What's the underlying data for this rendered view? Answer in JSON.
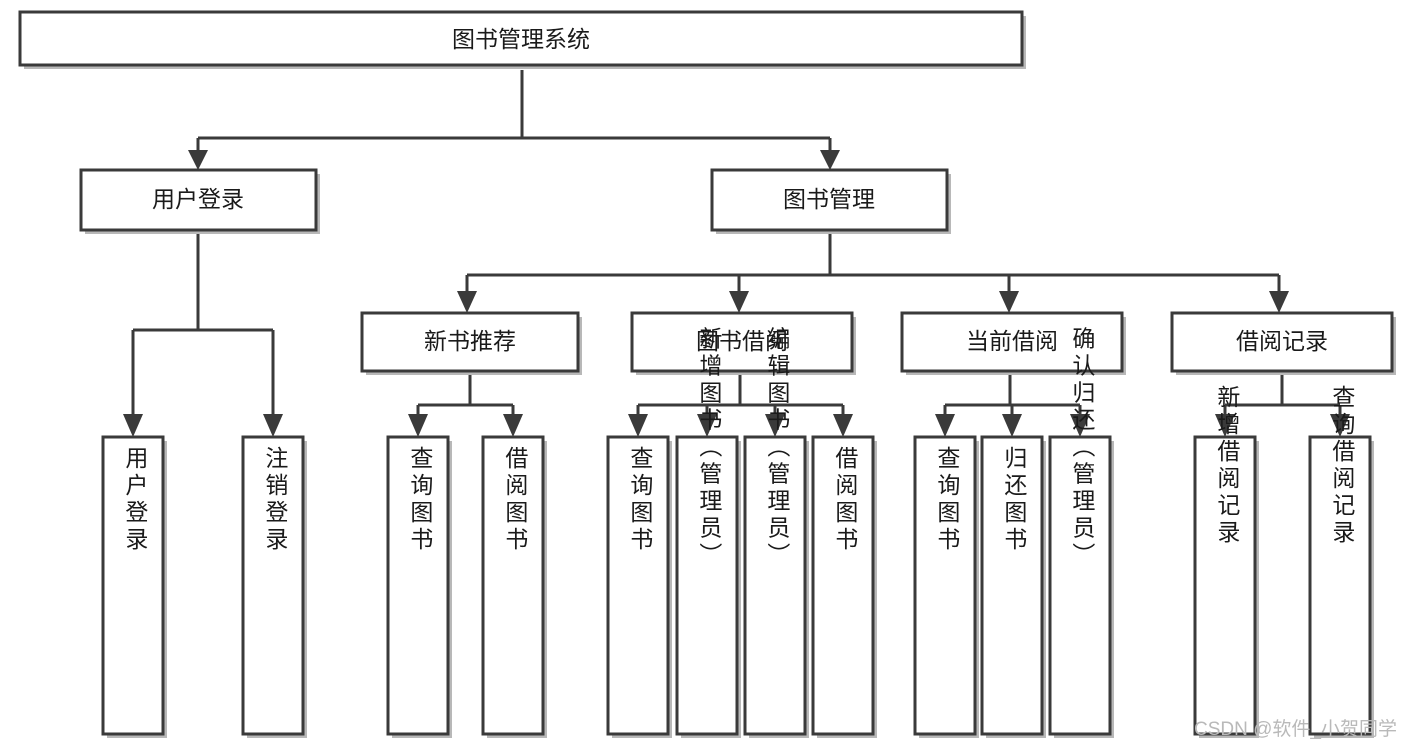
{
  "diagram": {
    "type": "tree",
    "title": "图书管理系统",
    "root": {
      "id": "root",
      "label": "图书管理系统",
      "orientation": "horizontal"
    },
    "level2": [
      {
        "id": "user-login",
        "label": "用户登录",
        "orientation": "horizontal"
      },
      {
        "id": "book-manage",
        "label": "图书管理",
        "orientation": "horizontal"
      }
    ],
    "level3": [
      {
        "id": "new-book-recommend",
        "label": "新书推荐",
        "orientation": "horizontal",
        "parent": "book-manage"
      },
      {
        "id": "book-borrow",
        "label": "图书借阅",
        "orientation": "horizontal",
        "parent": "book-manage"
      },
      {
        "id": "current-borrow",
        "label": "当前借阅",
        "orientation": "horizontal",
        "parent": "book-manage"
      },
      {
        "id": "borrow-record",
        "label": "借阅记录",
        "orientation": "horizontal",
        "parent": "book-manage"
      }
    ],
    "leaves": [
      {
        "id": "leaf-user-login",
        "label": "用户登录",
        "orientation": "vertical",
        "parent": "user-login"
      },
      {
        "id": "leaf-user-logout",
        "label": "注销登录",
        "orientation": "vertical",
        "parent": "user-login"
      },
      {
        "id": "leaf-query-book-1",
        "label": "查询图书",
        "orientation": "vertical",
        "parent": "new-book-recommend"
      },
      {
        "id": "leaf-borrow-book-1",
        "label": "借阅图书",
        "orientation": "vertical",
        "parent": "new-book-recommend"
      },
      {
        "id": "leaf-query-book-2",
        "label": "查询图书",
        "orientation": "vertical",
        "parent": "book-borrow"
      },
      {
        "id": "leaf-add-book",
        "label": "新增图书（管理员）",
        "orientation": "vertical",
        "parent": "book-borrow"
      },
      {
        "id": "leaf-edit-book",
        "label": "编辑图书（管理员）",
        "orientation": "vertical",
        "parent": "book-borrow"
      },
      {
        "id": "leaf-borrow-book-2",
        "label": "借阅图书",
        "orientation": "vertical",
        "parent": "book-borrow"
      },
      {
        "id": "leaf-query-book-3",
        "label": "查询图书",
        "orientation": "vertical",
        "parent": "current-borrow"
      },
      {
        "id": "leaf-return-book",
        "label": "归还图书",
        "orientation": "vertical",
        "parent": "current-borrow"
      },
      {
        "id": "leaf-confirm-return",
        "label": "确认归还（管理员）",
        "orientation": "vertical",
        "parent": "current-borrow"
      },
      {
        "id": "leaf-add-record",
        "label": "新增借阅记录",
        "orientation": "vertical",
        "parent": "borrow-record"
      },
      {
        "id": "leaf-query-record",
        "label": "查询借阅记录",
        "orientation": "vertical",
        "parent": "borrow-record"
      }
    ]
  },
  "watermark": {
    "text": "CSDN @软件_小贺同学"
  },
  "colors": {
    "box_stroke": "#3a3a3a",
    "box_fill": "#ffffff",
    "shadow": "#b8b8b8",
    "text": "#1a1a1a",
    "watermark": "#b9b9b9",
    "background": "#ffffff"
  }
}
